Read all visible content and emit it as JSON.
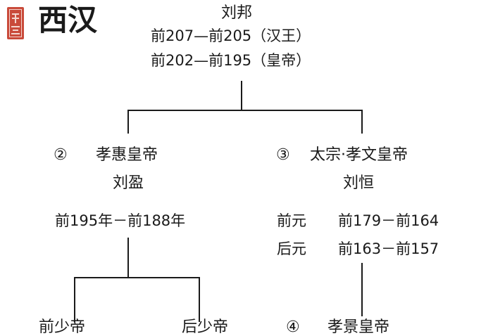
{
  "title": "西汉",
  "seal": "seal-stamp",
  "root": {
    "name": "刘邦",
    "reign1": "前207—前205（汉王）",
    "reign2": "前202—前195（皇帝）"
  },
  "left_child": {
    "number": "②",
    "title": "孝惠皇帝",
    "name": "刘盈",
    "reign": "前195年－前188年"
  },
  "right_child": {
    "number": "③",
    "title": "太宗·孝文皇帝",
    "name": "刘恒",
    "era1_label": "前元",
    "era1_range": "前179－前164",
    "era2_label": "后元",
    "era2_range": "前163－前157"
  },
  "grandchildren": {
    "left1": "前少帝",
    "left2": "后少帝",
    "right_number": "④",
    "right_title": "孝景皇帝"
  }
}
